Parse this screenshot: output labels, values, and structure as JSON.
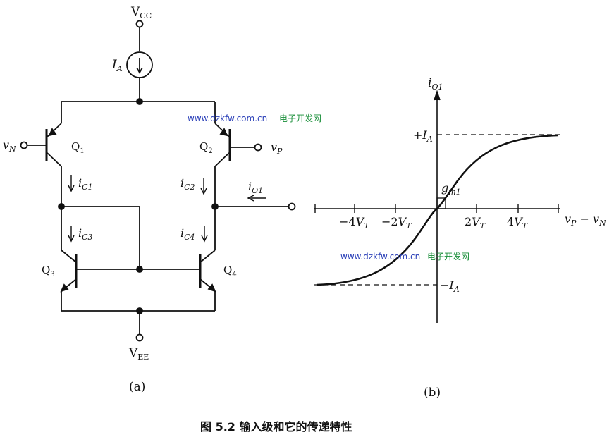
{
  "circuit": {
    "vcc": {
      "main": "V",
      "sub": "CC"
    },
    "vee": {
      "main": "V",
      "sub": "EE"
    },
    "ia": {
      "main": "I",
      "sub": "A"
    },
    "vn": {
      "main": "v",
      "sub": "N"
    },
    "vp": {
      "main": "v",
      "sub": "P"
    },
    "q1": {
      "main": "Q",
      "sub": "1"
    },
    "q2": {
      "main": "Q",
      "sub": "2"
    },
    "q3": {
      "main": "Q",
      "sub": "3"
    },
    "q4": {
      "main": "Q",
      "sub": "4"
    },
    "ic1": {
      "main": "i",
      "sub": "C1"
    },
    "ic2": {
      "main": "i",
      "sub": "C2"
    },
    "ic3": {
      "main": "i",
      "sub": "C3"
    },
    "ic4": {
      "main": "i",
      "sub": "C4"
    },
    "io1": {
      "main": "i",
      "sub": "O1"
    },
    "label": "(a)"
  },
  "plot": {
    "y_axis": {
      "main": "i",
      "sub": "O1"
    },
    "x_axis": {
      "p1": "v",
      "s1": "P",
      "mid": " − ",
      "p2": "v",
      "s2": "N"
    },
    "plus_ia": {
      "pre": "+",
      "main": "I",
      "sub": "A"
    },
    "minus_ia": {
      "pre": "−",
      "main": "I",
      "sub": "A"
    },
    "gm": {
      "main": "g",
      "sub": "m1"
    },
    "ticks": {
      "neg4": {
        "num": "−4",
        "main": "V",
        "sub": "T"
      },
      "neg2": {
        "num": "−2",
        "main": "V",
        "sub": "T"
      },
      "pos2": {
        "num": "2",
        "main": "V",
        "sub": "T"
      },
      "pos4": {
        "num": "4",
        "main": "V",
        "sub": "T"
      }
    },
    "label": "(b)"
  },
  "watermark": {
    "url": "www.dzkfw.com.cn",
    "site": "电子开发网"
  },
  "caption": "图 5.2   输入级和它的传递特性",
  "colors": {
    "ink": "#111111",
    "watermark_url": "#2a3fb8",
    "watermark_site": "#1a8f3a"
  }
}
